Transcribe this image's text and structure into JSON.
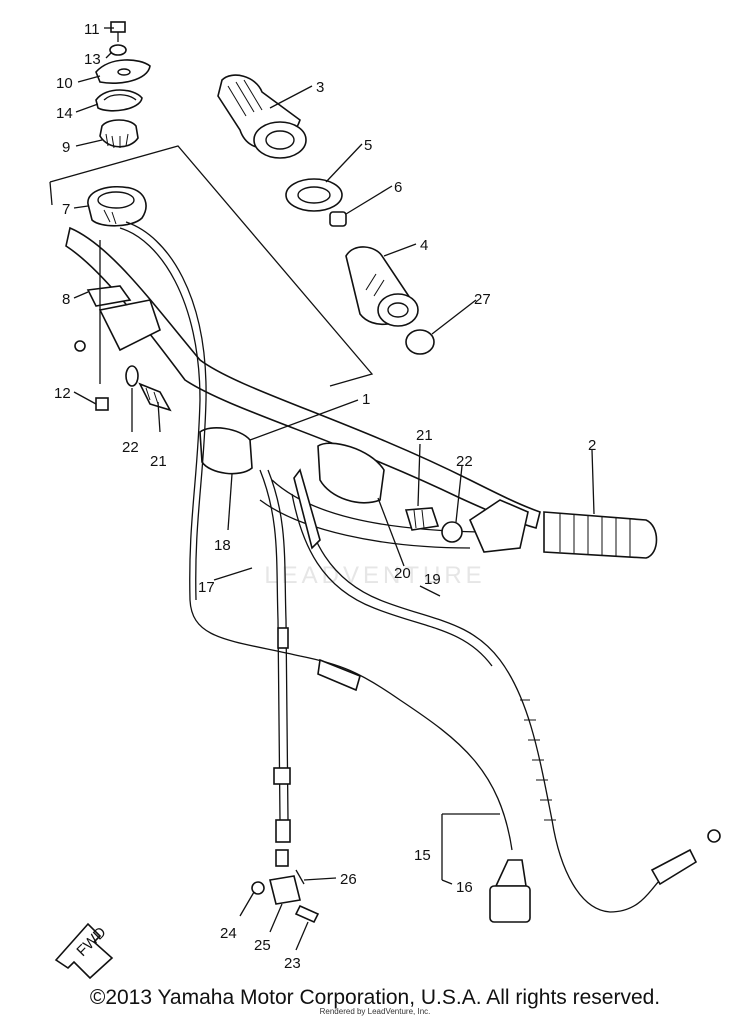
{
  "part_labels": {
    "p1": "1",
    "p2": "2",
    "p3": "3",
    "p4": "4",
    "p5": "5",
    "p6": "6",
    "p7": "7",
    "p8": "8",
    "p9": "9",
    "p10": "10",
    "p11": "11",
    "p12": "12",
    "p13": "13",
    "p14": "14",
    "p15": "15",
    "p16": "16",
    "p17": "17",
    "p18": "18",
    "p19": "19",
    "p20": "20",
    "p21a": "21",
    "p21b": "21",
    "p22a": "22",
    "p22b": "22",
    "p23": "23",
    "p24": "24",
    "p25": "25",
    "p26": "26",
    "p27": "27"
  },
  "fwd_label": "FWD",
  "watermark": "LEADVENTURE",
  "copyright": "©2013 Yamaha Motor Corporation, U.S.A. All rights reserved.",
  "rendered_by": "Rendered by LeadVenture, Inc."
}
